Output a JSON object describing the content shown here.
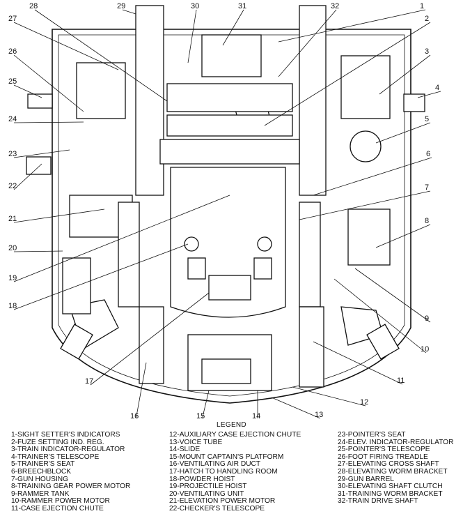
{
  "legend": {
    "title": "LEGEND",
    "items": [
      "1-SIGHT SETTER'S INDICATORS",
      "2-FUZE SETTING IND. REG.",
      "3-TRAIN INDICATOR-REGULATOR",
      "4-TRAINER'S TELESCOPE",
      "5-TRAINER'S SEAT",
      "6-BREECHBLOCK",
      "7-GUN HOUSING",
      "8-TRAINING GEAR POWER MOTOR",
      "9-RAMMER TANK",
      "10-RAMMER POWER MOTOR",
      "11-CASE EJECTION CHUTE",
      "12-AUXILIARY CASE EJECTION CHUTE",
      "13-VOICE TUBE",
      "14-SLIDE",
      "15-MOUNT CAPTAIN'S PLATFORM",
      "16-VENTILATING AIR DUCT",
      "17-HATCH TO HANDLING ROOM",
      "18-POWDER HOIST",
      "19-PROJECTILE HOIST",
      "20-VENTILATING UNIT",
      "21-ELEVATION POWER MOTOR",
      "22-CHECKER'S TELESCOPE",
      "23-POINTER'S SEAT",
      "24-ELEV. INDICATOR-REGULATOR",
      "25-POINTER'S TELESCOPE",
      "26-FOOT FIRING TREADLE",
      "27-ELEVATING CROSS SHAFT",
      "28-ELEVATING WORM BRACKET",
      "29-GUN BARREL",
      "30-ELEVATING SHAFT CLUTCH",
      "31-TRAINING WORM BRACKET",
      "32-TRAIN DRIVE SHAFT"
    ]
  },
  "callouts": [
    "1",
    "2",
    "3",
    "4",
    "5",
    "6",
    "7",
    "8",
    "9",
    "10",
    "11",
    "12",
    "13",
    "14",
    "15",
    "16",
    "17",
    "18",
    "19",
    "20",
    "21",
    "22",
    "23",
    "24",
    "25",
    "26",
    "27",
    "28",
    "29",
    "30",
    "31",
    "32"
  ]
}
